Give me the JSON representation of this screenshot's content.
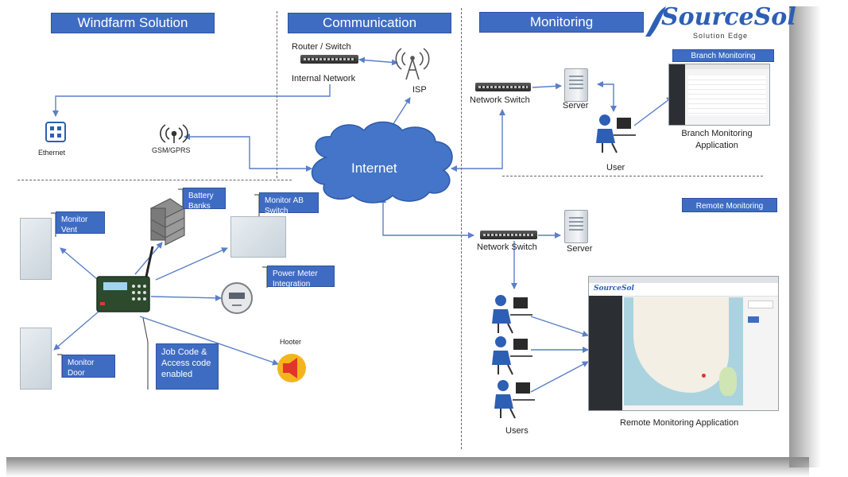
{
  "sections": {
    "windfarm": "Windfarm Solution",
    "communication": "Communication",
    "monitoring": "Monitoring"
  },
  "logo": {
    "name": "SourceSol",
    "tagline": "Solution Edge"
  },
  "communication": {
    "router_label": "Router / Switch",
    "internal_network": "Internal Network",
    "isp": "ISP",
    "internet": "Internet"
  },
  "windfarm": {
    "ethernet": "Ethernet",
    "gsm": "GSM/GPRS",
    "battery_banks": "Battery Banks",
    "monitor_ab_switch": "Monitor AB Switch",
    "monitor_vent": "Monitor Vent",
    "power_meter": "Power Meter Integration",
    "monitor_door": "Monitor Door",
    "job_code": "Job Code & Access code enabled",
    "hooter": "Hooter"
  },
  "monitoring": {
    "branch_monitoring": "Branch Monitoring",
    "network_switch_top": "Network Switch",
    "server_top": "Server",
    "user": "User",
    "branch_app": "Branch Monitoring Application",
    "remote_monitoring": "Remote Monitoring",
    "network_switch_bottom": "Network Switch",
    "server_bottom": "Server",
    "users": "Users",
    "remote_app": "Remote Monitoring Application",
    "remote_app_logo": "SourceSol"
  },
  "colors": {
    "accent": "#3f6cc3",
    "connector": "#5a7fc9",
    "cloud": "#4475c9",
    "hooter": "#f2b51c"
  }
}
